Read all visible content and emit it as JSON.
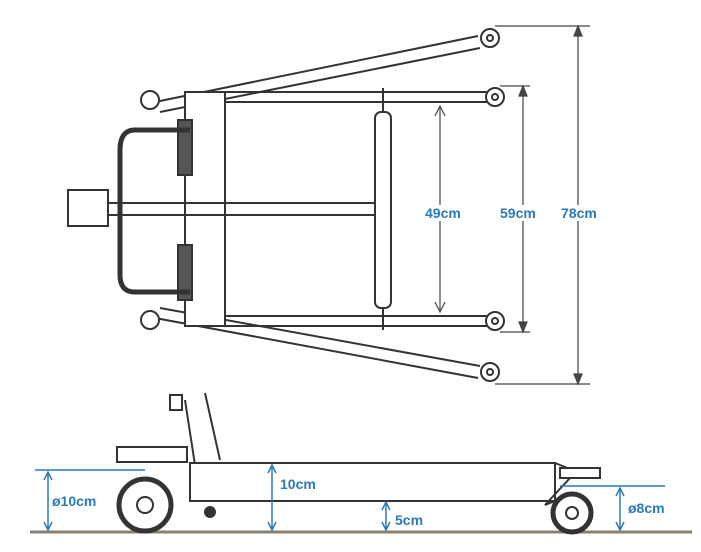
{
  "top_view": {
    "dimensions": [
      {
        "id": "inner-leg-gap",
        "label": "49cm"
      },
      {
        "id": "inner-leg-width",
        "label": "59cm"
      },
      {
        "id": "outer-leg-width",
        "label": "78cm"
      }
    ]
  },
  "side_view": {
    "dimensions": {
      "rear_wheel": "ø10cm",
      "base_height": "10cm",
      "ground_clearance": "5cm",
      "front_wheel": "ø8cm"
    }
  },
  "colors": {
    "dimension": "#2a7ab8",
    "drawing": "#333333",
    "floor": "#8a8070"
  }
}
